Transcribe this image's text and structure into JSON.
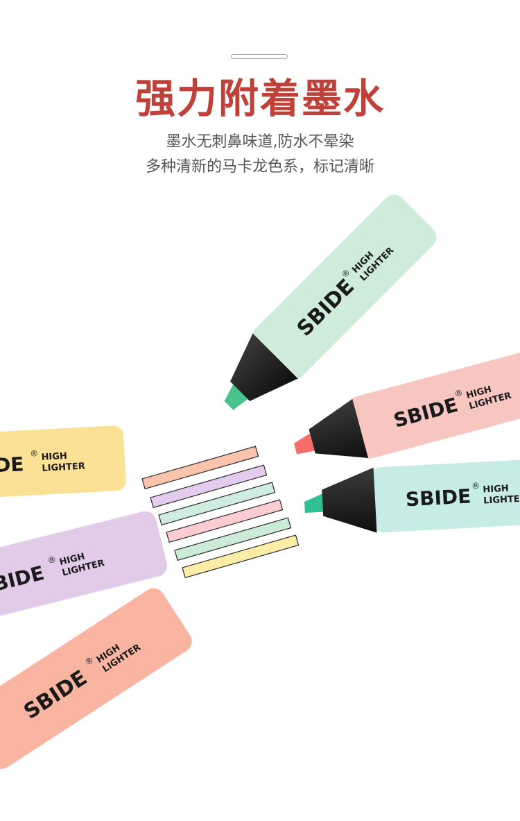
{
  "headline": "强力附着墨水",
  "subtitle_line1": "墨水无刺鼻味道,防水不晕染",
  "subtitle_line2": "多种清新的马卡龙色系，标记清晰",
  "brand_name": "SBIDE",
  "registered_mark": "®",
  "product_label_line1": "HIGH",
  "product_label_line2": "LIGHTER",
  "colors": {
    "mint": "#cfebd9",
    "pink": "#f7c6c1",
    "aqua": "#c7ece6",
    "yellow": "#fbe195",
    "lavender": "#e2cbe8",
    "peach": "#f9b5a1",
    "headline": "#c0403a"
  },
  "swatch_colors": [
    "#fac3ac",
    "#e3ccee",
    "#cfece1",
    "#fbcdd1",
    "#ccebd6",
    "#fbeca6"
  ]
}
